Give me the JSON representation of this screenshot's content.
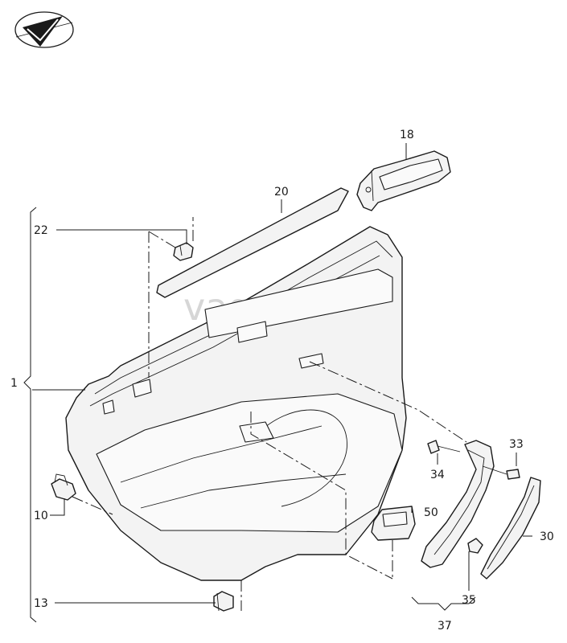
{
  "watermark": "vagtec.ru",
  "logo": {
    "icon": "check-arrow-logo-icon"
  },
  "callouts": {
    "c1": "1",
    "c10": "10",
    "c13": "13",
    "c18": "18",
    "c20": "20",
    "c22": "22",
    "c30": "30",
    "c33": "33",
    "c34": "34",
    "c35": "35",
    "c37": "37",
    "c50": "50"
  }
}
